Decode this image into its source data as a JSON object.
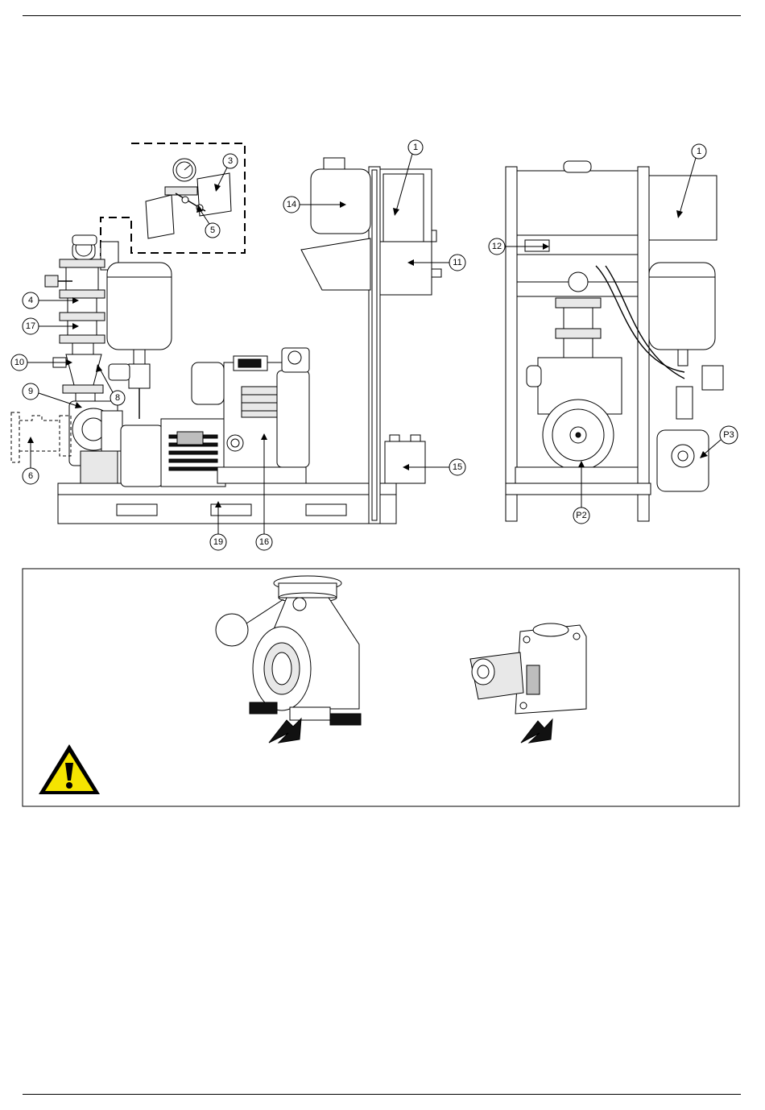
{
  "callouts": {
    "c1a": "1",
    "c1b": "1",
    "c3": "3",
    "c4": "4",
    "c5": "5",
    "c6": "6",
    "c8": "8",
    "c9": "9",
    "c10": "10",
    "c11": "11",
    "c12": "12",
    "c14": "14",
    "c15": "15",
    "c16": "16",
    "c17": "17",
    "c19": "19",
    "cP2": "P2",
    "cP3": "P3"
  },
  "colors": {
    "line": "#000000",
    "warning_yellow": "#f5e400",
    "part_grey": "#e8e8e8",
    "dark_grey": "#bdbdbd"
  },
  "icons": [
    "warning-triangle-icon",
    "arrow-indicator"
  ]
}
